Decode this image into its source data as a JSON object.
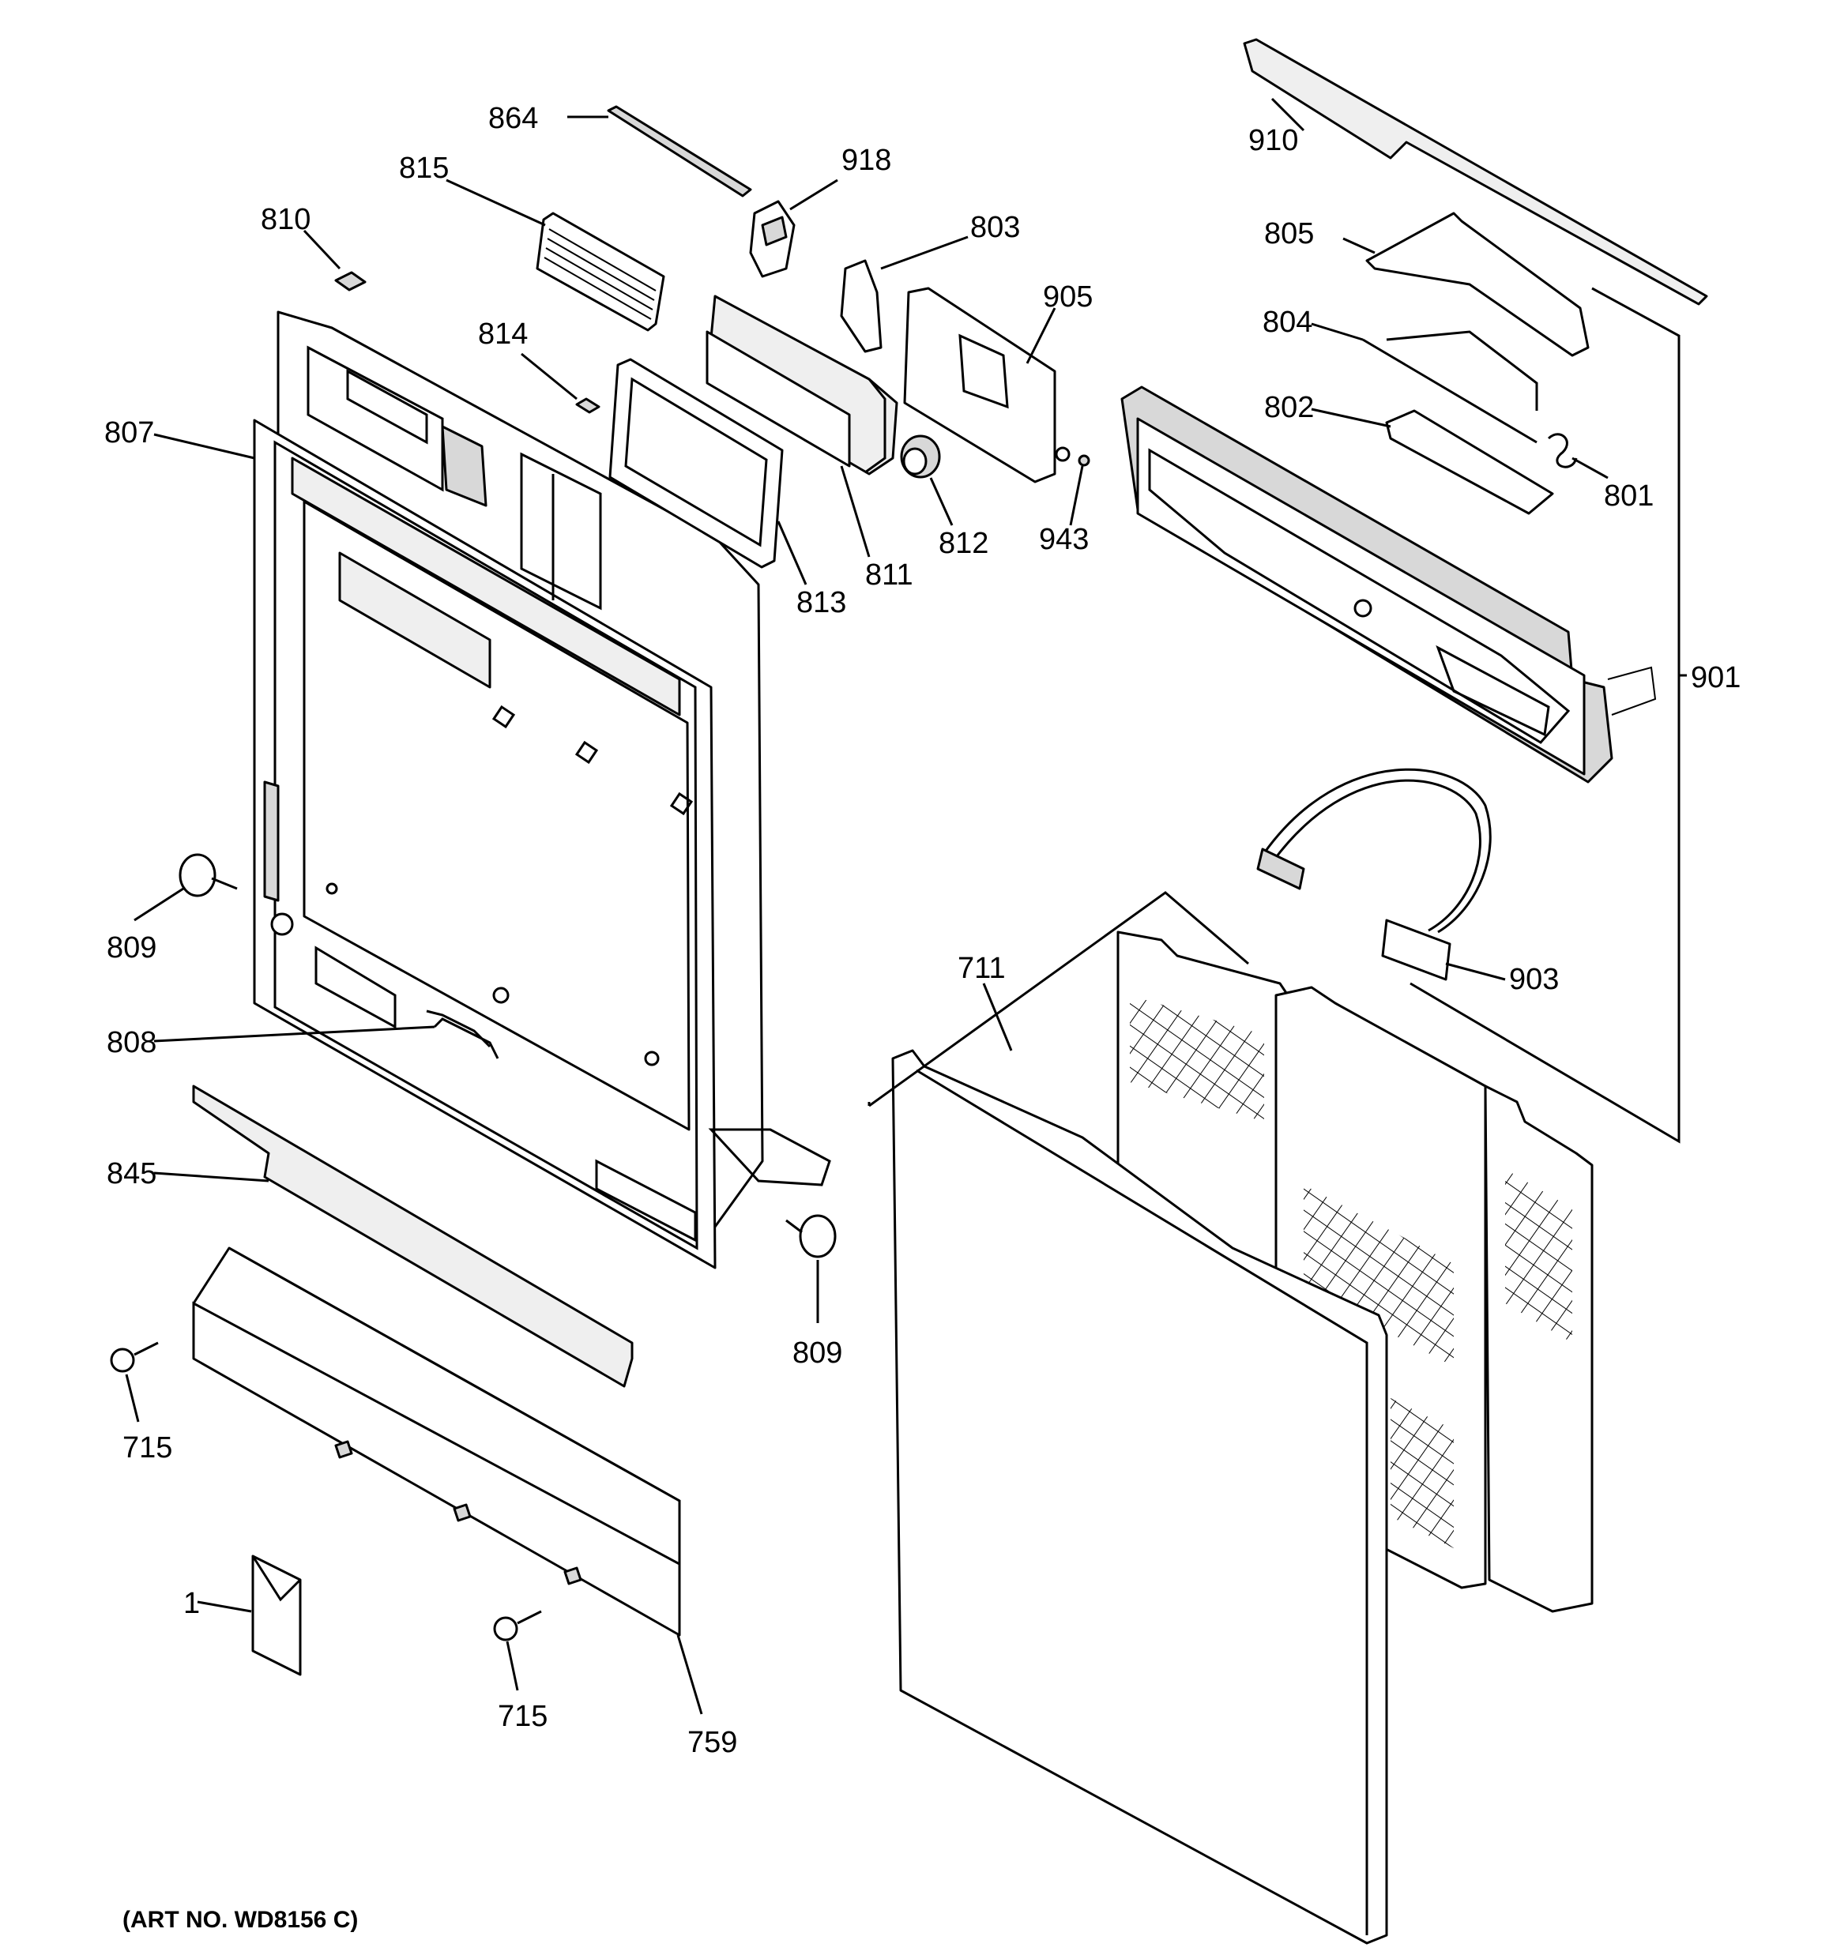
{
  "diagram": {
    "caption": "(ART NO. WD8156 C)",
    "callouts": [
      {
        "id": "864",
        "text": "864"
      },
      {
        "id": "918",
        "text": "918"
      },
      {
        "id": "815",
        "text": "815"
      },
      {
        "id": "810",
        "text": "810"
      },
      {
        "id": "803",
        "text": "803"
      },
      {
        "id": "905",
        "text": "905"
      },
      {
        "id": "814",
        "text": "814"
      },
      {
        "id": "807",
        "text": "807"
      },
      {
        "id": "811",
        "text": "811"
      },
      {
        "id": "812",
        "text": "812"
      },
      {
        "id": "813",
        "text": "813"
      },
      {
        "id": "943",
        "text": "943"
      },
      {
        "id": "910",
        "text": "910"
      },
      {
        "id": "805",
        "text": "805"
      },
      {
        "id": "804",
        "text": "804"
      },
      {
        "id": "802",
        "text": "802"
      },
      {
        "id": "801",
        "text": "801"
      },
      {
        "id": "901",
        "text": "901"
      },
      {
        "id": "809a",
        "text": "809"
      },
      {
        "id": "809b",
        "text": "809"
      },
      {
        "id": "808",
        "text": "808"
      },
      {
        "id": "711",
        "text": "711"
      },
      {
        "id": "903",
        "text": "903"
      },
      {
        "id": "845",
        "text": "845"
      },
      {
        "id": "715a",
        "text": "715"
      },
      {
        "id": "715b",
        "text": "715"
      },
      {
        "id": "1",
        "text": "1"
      },
      {
        "id": "759",
        "text": "759"
      }
    ]
  }
}
